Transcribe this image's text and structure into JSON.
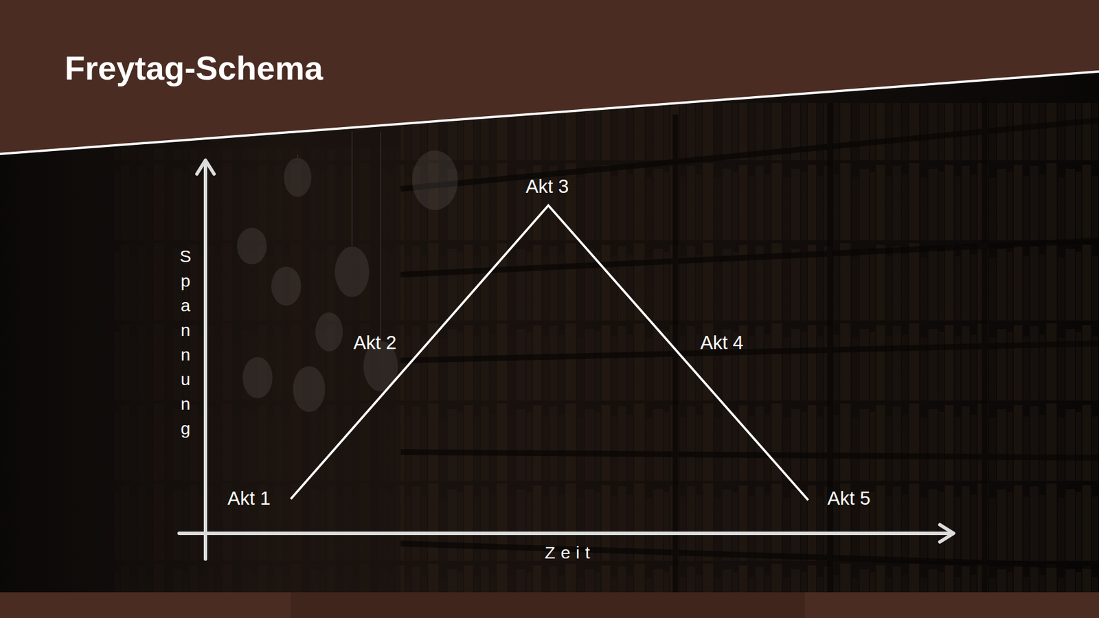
{
  "diagram": {
    "title": "Freytag-Schema",
    "labels": [
      "Akt 3",
      "Akt 2",
      "Akt 4",
      "Akt 1",
      "Akt 5",
      "Spannung",
      "Zeit"
    ]
  }
}
